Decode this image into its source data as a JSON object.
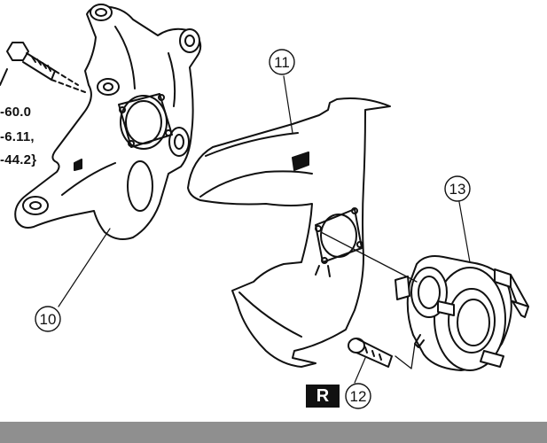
{
  "torque_spec": {
    "line1": "-60.0",
    "line2": "-6.11,",
    "line3": "-44.2}"
  },
  "callouts": {
    "c10": "10",
    "c11": "11",
    "c12": "12",
    "c13": "13"
  },
  "badge": "R",
  "colors": {
    "line": "#111111",
    "bar": "#8f8f8f"
  }
}
